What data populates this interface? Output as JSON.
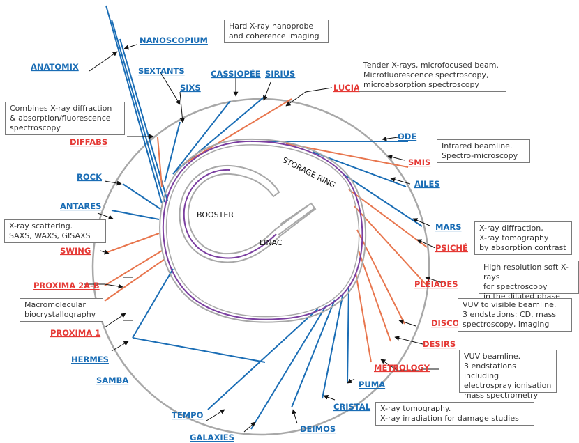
{
  "facility": {
    "storage_ring": "STORAGE RING",
    "booster": "BOOSTER",
    "linac": "LINAC"
  },
  "colors": {
    "blue_beamline": "#1a6db5",
    "red_beamline": "#e53935",
    "orange_line": "#e8764e",
    "ring": "#a8a8a8",
    "purple": "#7b3fa0"
  },
  "beamlines": [
    {
      "id": "anatomix",
      "label": "ANATOMIX",
      "color": "blue"
    },
    {
      "id": "nanoscopium",
      "label": "NANOSCOPIUM",
      "color": "blue"
    },
    {
      "id": "sextants",
      "label": "SEXTANTS",
      "color": "blue"
    },
    {
      "id": "sixs",
      "label": "SIXS",
      "color": "blue"
    },
    {
      "id": "cassiopee",
      "label": "CASSIOPÉE",
      "color": "blue"
    },
    {
      "id": "sirius",
      "label": "SIRIUS",
      "color": "blue"
    },
    {
      "id": "lucia",
      "label": "LUCIA",
      "color": "red"
    },
    {
      "id": "diffabs",
      "label": "DIFFABS",
      "color": "red"
    },
    {
      "id": "ode",
      "label": "ODE",
      "color": "blue"
    },
    {
      "id": "smis",
      "label": "SMIS",
      "color": "red"
    },
    {
      "id": "ailes",
      "label": "AILES",
      "color": "blue"
    },
    {
      "id": "rock",
      "label": "ROCK",
      "color": "blue"
    },
    {
      "id": "antares",
      "label": "ANTARES",
      "color": "blue"
    },
    {
      "id": "mars",
      "label": "MARS",
      "color": "blue"
    },
    {
      "id": "psiche",
      "label": "PSICHÉ",
      "color": "red"
    },
    {
      "id": "swing",
      "label": "SWING",
      "color": "red"
    },
    {
      "id": "pleiades",
      "label": "PLÉIADES",
      "color": "red"
    },
    {
      "id": "proxima2ab",
      "label": "PROXIMA 2A-B",
      "color": "red"
    },
    {
      "id": "proxima1",
      "label": "PROXIMA 1",
      "color": "red"
    },
    {
      "id": "disco",
      "label": "DISCO",
      "color": "red"
    },
    {
      "id": "hermes",
      "label": "HERMES",
      "color": "blue"
    },
    {
      "id": "desirs",
      "label": "DESIRS",
      "color": "red"
    },
    {
      "id": "metrology",
      "label": "METROLOGY",
      "color": "red"
    },
    {
      "id": "samba",
      "label": "SAMBA",
      "color": "blue"
    },
    {
      "id": "puma",
      "label": "PUMA",
      "color": "blue"
    },
    {
      "id": "cristal",
      "label": "CRISTAL",
      "color": "blue"
    },
    {
      "id": "tempo",
      "label": "TEMPO",
      "color": "blue"
    },
    {
      "id": "deimos",
      "label": "DEIMOS",
      "color": "blue"
    },
    {
      "id": "galaxies",
      "label": "GALAXIES",
      "color": "blue"
    }
  ],
  "annotations": {
    "nanoscopium": "Hard X-ray nanoprobe\nand coherence imaging",
    "lucia": "Tender X-rays, microfocused beam.\nMicrofluorescence spectroscopy,\nmicroabsorption spectroscopy",
    "diffabs": "Combines X-ray diffraction\n& absorption/fluorescence\nspectroscopy",
    "smis": "Infrared beamline.\nSpectro-microscopy",
    "swing": "X-ray scattering.\nSAXS, WAXS, GISAXS",
    "psiche": "X-ray diffraction,\nX-ray tomography\nby absorption contrast",
    "pleiades": "High resolution soft X-rays\nfor spectroscopy\nin the diluted phase",
    "proxima": "Macromolecular\nbiocrystallography",
    "disco": "VUV to visible beamline.\n3 endstations: CD, mass\nspectroscopy, imaging",
    "desirs": "VUV beamline.\n3 endstations including\nelectrospray ionisation\nmass spectrometry",
    "metrology": "X-ray tomography.\nX-ray irradiation for damage studies"
  }
}
